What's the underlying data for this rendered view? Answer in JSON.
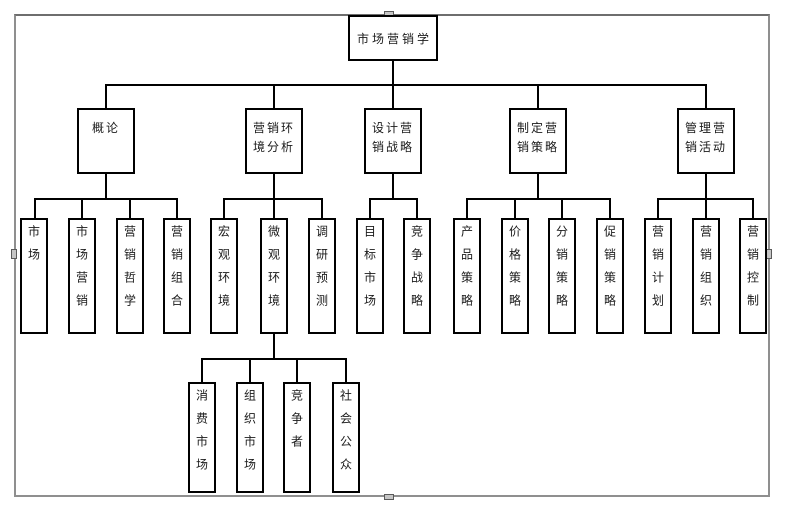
{
  "colors": {
    "box_border": "#000000",
    "connector": "#000000",
    "frame_border": "#8f8f8f",
    "background": "#ffffff",
    "text": "#1a1a1a"
  },
  "diagram": {
    "root": {
      "label": "市场营销学",
      "children": [
        {
          "label": "概论",
          "children": [
            {
              "label": "市场"
            },
            {
              "label": "市场营销"
            },
            {
              "label": "营销哲学"
            },
            {
              "label": "营销组合"
            }
          ]
        },
        {
          "label": "营销环境分析",
          "children": [
            {
              "label": "宏观环境"
            },
            {
              "label": "微观环境",
              "children": [
                {
                  "label": "消费市场"
                },
                {
                  "label": "组织市场"
                },
                {
                  "label": "竞争者"
                },
                {
                  "label": "社会公众"
                }
              ]
            },
            {
              "label": "调研预测"
            }
          ]
        },
        {
          "label": "设计营销战略",
          "children": [
            {
              "label": "目标市场"
            },
            {
              "label": "竞争战略"
            }
          ]
        },
        {
          "label": "制定营销策略",
          "children": [
            {
              "label": "产品策略"
            },
            {
              "label": "价格策略"
            },
            {
              "label": "分销策略"
            },
            {
              "label": "促销策略"
            }
          ]
        },
        {
          "label": "管理营销活动",
          "children": [
            {
              "label": "营销计划"
            },
            {
              "label": "营销组织"
            },
            {
              "label": "营销控制"
            }
          ]
        }
      ]
    }
  }
}
